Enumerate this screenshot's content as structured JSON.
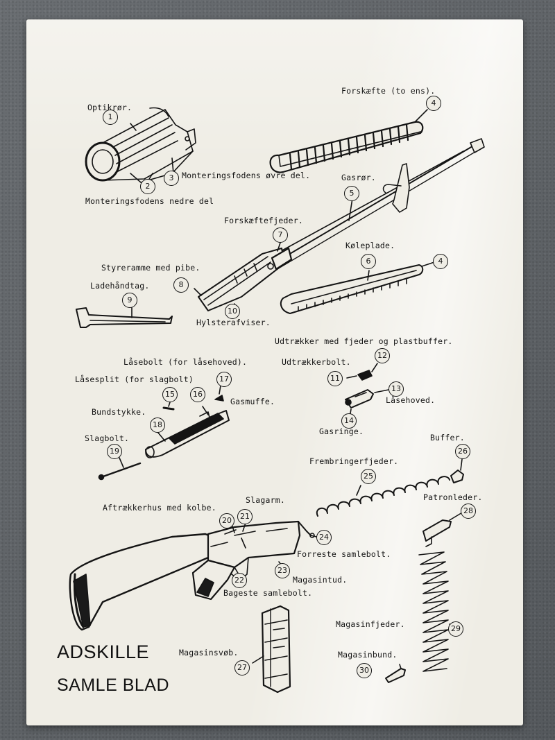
{
  "title": {
    "line1": "ADSKILLE",
    "line2": "SAMLE BLAD"
  },
  "parts": [
    {
      "n": "1",
      "label": "Optikrør."
    },
    {
      "n": "2",
      "label": "Monteringsfodens nedre del"
    },
    {
      "n": "3",
      "label": "Monteringsfodens øvre del."
    },
    {
      "n": "4",
      "label": "Forskæfte (to ens)."
    },
    {
      "n": "5",
      "label": "Gasrør."
    },
    {
      "n": "6",
      "label": "Køleplade."
    },
    {
      "n": "7",
      "label": "Forskæftefjeder."
    },
    {
      "n": "8",
      "label": "Styreramme med pibe."
    },
    {
      "n": "9",
      "label": "Ladehåndtag."
    },
    {
      "n": "10",
      "label": "Hylsterafviser."
    },
    {
      "n": "11",
      "label": "Udtrækker med fjeder og plastbuffer."
    },
    {
      "n": "12",
      "label": "Udtrækkerbolt."
    },
    {
      "n": "13",
      "label": "Låsehoved."
    },
    {
      "n": "14",
      "label": "Gasringe."
    },
    {
      "n": "15",
      "label": "Låsebolt (for låsehoved)."
    },
    {
      "n": "16",
      "label": "Låsesplit (for slagbolt)"
    },
    {
      "n": "17",
      "label": "Gasmuffe."
    },
    {
      "n": "18",
      "label": "Bundstykke."
    },
    {
      "n": "19",
      "label": "Slagbolt."
    },
    {
      "n": "20",
      "label": "Aftrækkerhus med kolbe."
    },
    {
      "n": "21",
      "label": "Slagarm."
    },
    {
      "n": "22",
      "label": "Bageste samlebolt."
    },
    {
      "n": "23",
      "label": "Magasintud."
    },
    {
      "n": "24",
      "label": "Forreste samlebolt."
    },
    {
      "n": "25",
      "label": "Frembringerfjeder."
    },
    {
      "n": "26",
      "label": "Buffer."
    },
    {
      "n": "27",
      "label": "Magasinsvøb."
    },
    {
      "n": "28",
      "label": "Patronleder."
    },
    {
      "n": "29",
      "label": "Magasinfjeder."
    },
    {
      "n": "30",
      "label": "Magasinbund."
    }
  ]
}
